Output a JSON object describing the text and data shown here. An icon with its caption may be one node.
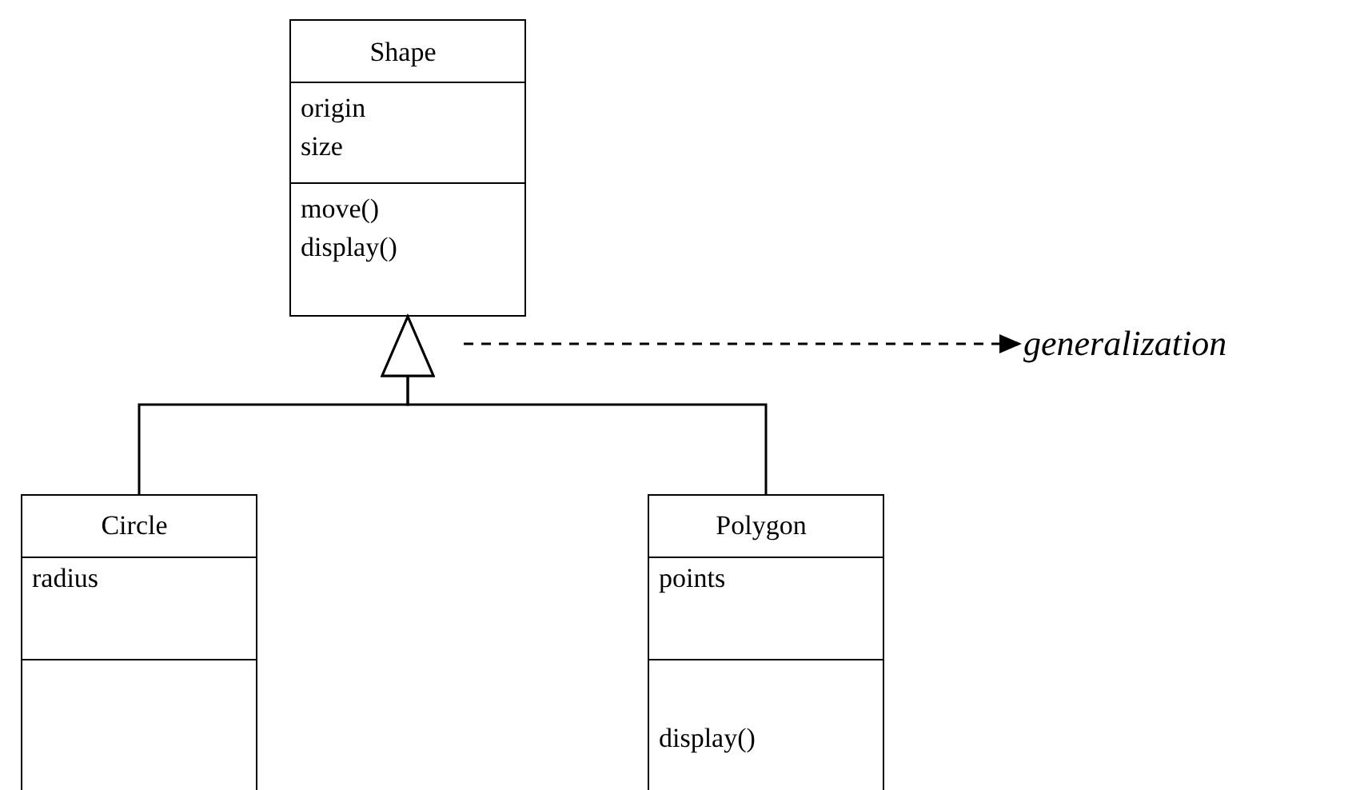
{
  "diagram": {
    "nodes": [
      {
        "text": [
          "Shape",
          "origin",
          "size",
          "move()",
          "display()"
        ]
      },
      {
        "text": [
          "Circle",
          "radius"
        ]
      },
      {
        "text": [
          "Polygon",
          "points",
          "display()"
        ]
      },
      {
        "text": [
          "generalization"
        ]
      }
    ],
    "edges": [
      {
        "from": 1,
        "to": 0,
        "arrow": "to"
      },
      {
        "from": 2,
        "to": 0,
        "arrow": "to"
      },
      {
        "from": null,
        "to": 3,
        "arrow": "to",
        "style": "dashed"
      }
    ]
  }
}
